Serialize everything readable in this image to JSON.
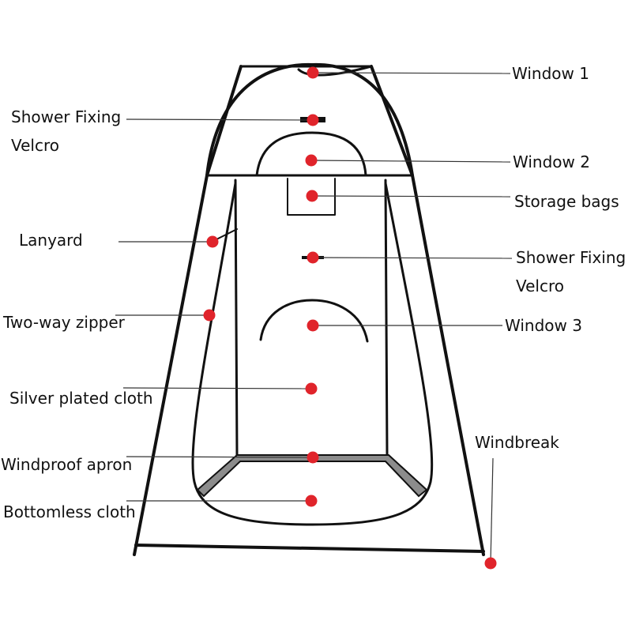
{
  "labels": {
    "window_1": "Window 1",
    "shower_fixing_velcro_top_line1": "Shower Fixing",
    "shower_fixing_velcro_top_line2": "Velcro",
    "window_2": "Window 2",
    "storage_bags": "Storage bags",
    "lanyard": "Lanyard",
    "shower_fixing_velcro_mid_line1": "Shower Fixing",
    "shower_fixing_velcro_mid_line2": "Velcro",
    "two_way_zipper": "Two-way zipper",
    "window_3": "Window 3",
    "silver_plated_cloth": "Silver plated cloth",
    "windbreak": "Windbreak",
    "windproof_apron": "Windproof apron",
    "bottomless_cloth": "Bottomless cloth"
  },
  "colors": {
    "marker": "#e0242b",
    "outline": "#111111",
    "apron": "#8c8c8c",
    "leader": "#333333"
  }
}
